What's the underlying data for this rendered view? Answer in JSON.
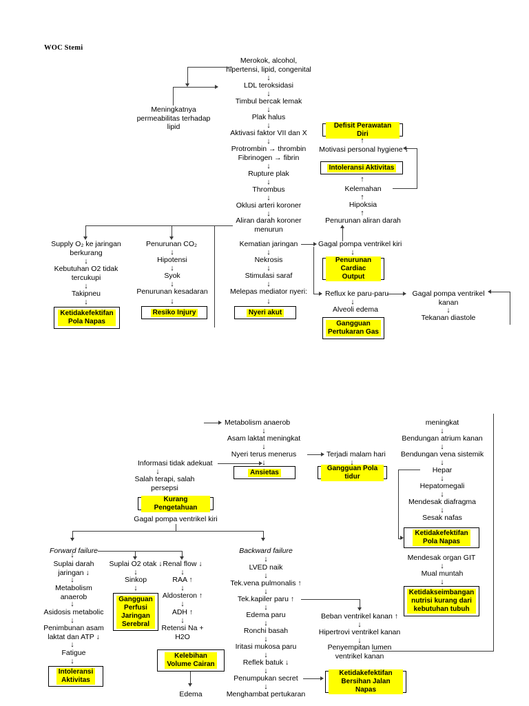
{
  "document": {
    "title": "WOC Stemi"
  },
  "colors": {
    "highlight": "#ffff00",
    "line": "#3b3b3b",
    "text": "#000000",
    "background": "#ffffff"
  },
  "section_top": {
    "main_chain": [
      "Merokok, alcohol,\nhipertensi, lipid, congenital",
      "LDL teroksidasi",
      "Timbul bercak lemak",
      "Plak halus",
      "Aktivasi faktor VII dan X",
      "Protrombin → thrombin\nFibrinogen → fibrin",
      "Rupture plak",
      "Thrombus",
      "Oklusi arteri koroner",
      "Aliran darah koroner\nmenurun"
    ],
    "side_note": "Meningkatnya\npermeabilitas terhadap\nlipid",
    "branch_supply": [
      "Supply O₂ ke jaringan\nberkurang",
      "Kebutuhan O2 tidak\ntercukupi",
      "Takipneu"
    ],
    "branch_supply_dx": "Ketidakefektifan\nPola Napas",
    "branch_co2": [
      "Penurunan CO₂",
      "Hipotensi",
      "Syok",
      "Penurunan kesadaran"
    ],
    "branch_co2_dx": "Resiko Injury",
    "branch_necrosis": [
      "Kematian jaringan",
      "Nekrosis",
      "Stimulasi saraf",
      "Melepas mediator nyeri:"
    ],
    "branch_necrosis_dx": "Nyeri akut",
    "right_chain": [
      "Motivasi personal hygiene ↓",
      "Kelemahan",
      "Hipoksia",
      "Penurunan aliran darah"
    ],
    "dx_self_care": "Defisit Perawatan Diri",
    "dx_activity": "Intoleransi Aktivitas",
    "left_ventricle_failure": "Gagal pompa ventrikel kiri",
    "dx_cardiac_output": "Penurunan Cardiac\nOutput",
    "reflux": "Reflux ke paru-paru",
    "alveoli": "Alveoli edema",
    "dx_gas_exchange": "Gangguan\nPertukaran Gas",
    "right_ventricle_failure": "Gagal pompa ventrikel\nkanan",
    "diastole": "Tekanan diastole"
  },
  "section_bottom": {
    "anaerob_chain": [
      "Metabolism anaerob",
      "Asam laktat meningkat",
      "Nyeri terus menerus"
    ],
    "dx_anxiety": "Ansietas",
    "night": "Terjadi malam hari",
    "dx_sleep": "Gangguan Pola tidur",
    "info_chain": [
      "Informasi tidak adekuat",
      "Salah terapi, salah\npersepsi"
    ],
    "dx_knowledge": "Kurang Pengetahuan",
    "left_ventricle_failure": "Gagal pompa ventrikel kiri",
    "forward_label": "Forward failure",
    "backward_label": "Backward failure",
    "forward_col1": [
      "Suplai darah\njaringan ↓",
      "Metabolism\nanaerob",
      "Asidosis metabolic",
      "Penimbunan asam\nlaktat dan ATP ↓",
      "Fatigue"
    ],
    "forward_col1_dx": "Intoleransi\nAktivitas",
    "forward_col2": [
      "Suplai O2 otak ↓",
      "Sinkop"
    ],
    "forward_col2_dx": "Gangguan\nPerfusi\nJaringan\nSerebral",
    "forward_col3": [
      "Renal flow ↓",
      "RAA ↑",
      "Aldosteron ↑",
      "ADH ↑",
      "Retensi Na +\nH2O"
    ],
    "forward_col3_dx": "Kelebihan\nVolume Cairan",
    "edema": "Edema",
    "backward_chain": [
      "LVED naik",
      "Tek.vena pulmonalis ↑",
      "Tek.kapiler paru ↑",
      "Edema paru",
      "Ronchi basah",
      "Iritasi mukosa paru",
      "Reflek batuk ↓",
      "Penumpukan secret",
      "Menghambat pertukaran"
    ],
    "dx_airway": "Ketidakefektifan\nBersihan Jalan Napas",
    "right_load_chain": [
      "Beban ventrikel kanan ↑",
      "Hipertrovi ventrikel kanan",
      "Penyempitan lumen\nventrikel kanan"
    ],
    "right_col": [
      "meningkat",
      "Bendungan atrium kanan",
      "Bendungan vena sistemik",
      "Hepar",
      "Hepatomegali",
      "Mendesak diafragma",
      "Sesak nafas"
    ],
    "right_col_dx_breathing": "Ketidakefektifan\nPola Napas",
    "right_col_after": [
      "Mendesak organ GIT",
      "Mual muntah"
    ],
    "right_col_dx_nutrition": "Ketidakseimbangan\nnutrisi kurang dari\nkebutuhan tubuh"
  }
}
